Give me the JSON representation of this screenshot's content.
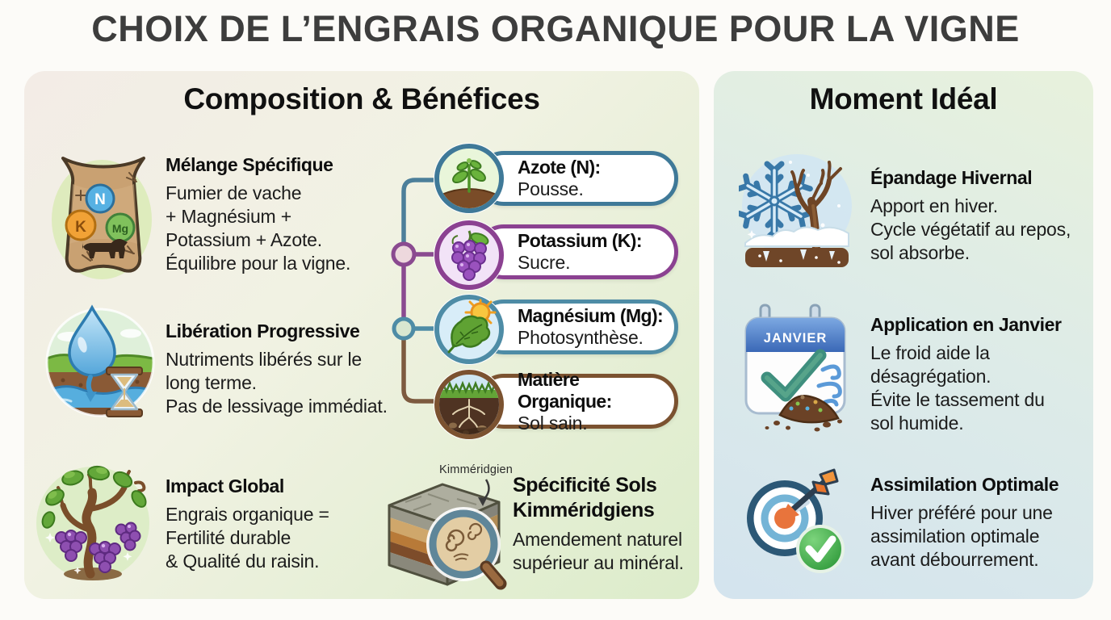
{
  "title": "CHOIX DE L’ENGRAIS ORGANIQUE POUR LA VIGNE",
  "left_panel": {
    "header": "Composition & Bénéfices",
    "items": [
      {
        "icon": "fertilizer-bag-icon",
        "title": "Mélange Spécifique",
        "body": "Fumier de vache\n+ Magnésium +\nPotassium + Azote.\nÉquilibre pour la vigne.",
        "bag_labels": [
          "N",
          "K",
          "Mg"
        ]
      },
      {
        "icon": "water-drop-hourglass-icon",
        "title": "Libération Progressive",
        "body": "Nutriments libérés sur le\nlong terme.\nPas de lessivage immédiat."
      },
      {
        "icon": "grapevine-icon",
        "title": "Impact Global",
        "body": "Engrais organique =\nFertilité durable\n& Qualité du raisin."
      }
    ],
    "nutrients": [
      {
        "icon": "seedling-icon",
        "title": "Azote (N):",
        "body": "Pousse.",
        "color": "#3F7998"
      },
      {
        "icon": "grapes-icon",
        "title": "Potassium (K):",
        "body": "Sucre.",
        "color": "#8B4191"
      },
      {
        "icon": "leaf-sun-icon",
        "title": "Magnésium (Mg):",
        "body": "Photosynthèse.",
        "color": "#4E8CA6"
      },
      {
        "icon": "soil-profile-icon",
        "title": "Matière Organique:",
        "body": "Sol sain.",
        "color": "#7B5230"
      }
    ],
    "kimmeridgien": {
      "icon": "soil-cube-magnifier-icon",
      "label": "Kimméridgien",
      "title": "Spécificité Sols\nKimméridgiens",
      "body": "Amendement naturel\nsupérieur au minéral."
    }
  },
  "right_panel": {
    "header": "Moment Idéal",
    "items": [
      {
        "icon": "snowflake-tree-icon",
        "title": "Épandage Hivernal",
        "body": "Apport en hiver.\nCycle végétatif au repos,\nsol absorbe."
      },
      {
        "icon": "calendar-janvier-icon",
        "calendar_label": "JANVIER",
        "title": "Application en Janvier",
        "body": "Le froid aide la\ndésagrégation.\nÉvite le tassement du\nsol humide."
      },
      {
        "icon": "target-arrow-icon",
        "title": "Assimilation Optimale",
        "body": "Hiver préféré pour une\nassimilation optimale\navant débourrement."
      }
    ]
  },
  "colors": {
    "azote": "#3F7998",
    "potassium": "#8B4191",
    "magnesium": "#4E8CA6",
    "matiere_organique": "#7B5230",
    "connector_teal": "#4C7F9A",
    "connector_purple": "#8A4A90",
    "connector_brown": "#7D5A3F",
    "title_text": "#3D3D3D"
  }
}
